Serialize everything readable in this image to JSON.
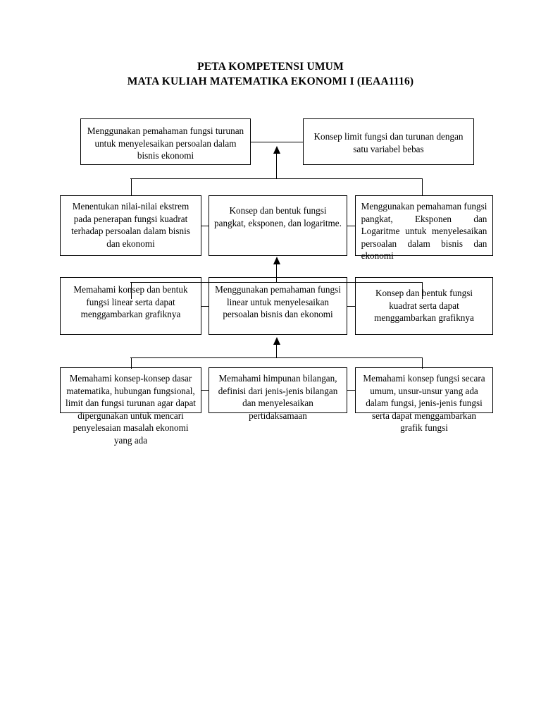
{
  "title": {
    "line1": "PETA KOMPETENSI UMUM",
    "line2": "MATA KULIAH MATEMATIKA EKONOMI I (IEAA1116)"
  },
  "diagram": {
    "type": "competency-map-flowchart",
    "orientation": "bottom-up",
    "rows": [
      {
        "id": "row-1",
        "nodes": [
          {
            "id": "r1c1",
            "text": "Menggunakan pemahaman fungsi turunan untuk menyelesaikan persoalan dalam bisnis ekonomi"
          },
          {
            "id": "r1c3",
            "text": "Konsep limit fungsi dan turunan dengan satu variabel bebas"
          }
        ]
      },
      {
        "id": "row-2",
        "nodes": [
          {
            "id": "r2c1",
            "text": "Menentukan nilai-nilai ekstrem pada penerapan fungsi kuadrat terhadap persoalan dalam bisnis dan ekonomi"
          },
          {
            "id": "r2c2",
            "text": "Konsep dan bentuk fungsi pangkat, eksponen, dan logaritme."
          },
          {
            "id": "r2c3",
            "text": "Menggunakan pemahaman fungsi pangkat, Eksponen dan Logaritme untuk menyelesaikan persoalan dalam bisnis dan ekonomi"
          }
        ]
      },
      {
        "id": "row-3",
        "nodes": [
          {
            "id": "r3c1",
            "text": "Memahami konsep dan bentuk fungsi linear serta dapat menggambarkan grafiknya"
          },
          {
            "id": "r3c2",
            "text": "Menggunakan pemahaman fungsi linear untuk menyelesaikan persoalan bisnis dan ekonomi"
          },
          {
            "id": "r3c3",
            "text": "Konsep dan bentuk fungsi kuadrat serta dapat menggambarkan grafiknya"
          }
        ]
      },
      {
        "id": "row-4",
        "nodes": [
          {
            "id": "r4c1",
            "text": "Memahami konsep-konsep dasar matematika, hubungan fungsional, limit dan fungsi turunan agar dapat dipergunakan untuk mencari penyelesaian masalah ekonomi yang ada"
          },
          {
            "id": "r4c2",
            "text": "Memahami himpunan bilangan, definisi dari jenis-jenis bilangan dan menyelesaikan pertidaksamaan"
          },
          {
            "id": "r4c3",
            "text": "Memahami konsep fungsi secara umum, unsur-unsur yang ada dalam fungsi, jenis-jenis fungsi serta dapat menggambarkan grafik fungsi"
          }
        ]
      }
    ]
  },
  "colors": {
    "background": "#ffffff",
    "text": "#000000",
    "border": "#000000",
    "connector": "#000000"
  }
}
